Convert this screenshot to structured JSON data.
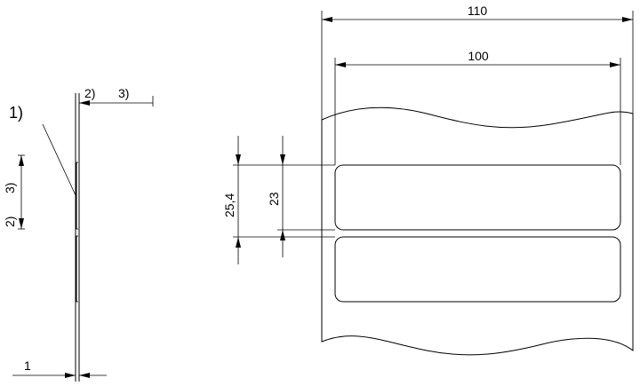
{
  "labels": {
    "dim_width_outer": "110",
    "dim_width_inner": "100",
    "dim_pitch": "25,4",
    "dim_label_height": "23",
    "dim_thickness": "1",
    "callout_1": "1)",
    "note_top_2": "2)",
    "note_top_3": "3)",
    "note_side_3": "3)",
    "note_side_2": "2)"
  }
}
